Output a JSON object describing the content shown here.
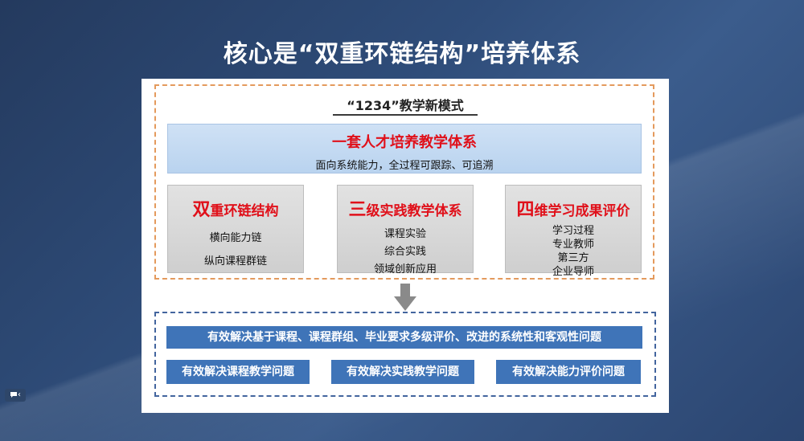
{
  "slide": {
    "title": "核心是“双重环链结构”培养体系",
    "subtitle": "“1234”教学新模式",
    "banner": {
      "title": "一套人才培养教学体系",
      "subtitle": "面向系统能力，全过程可跟踪、可追溯"
    },
    "cards": [
      {
        "lead": "双",
        "rest": "重环链结构",
        "items": [
          "横向能力链",
          "纵向课程群链"
        ]
      },
      {
        "lead": "三",
        "rest": "级实践教学体系",
        "items": [
          "课程实验",
          "综合实践",
          "领域创新应用"
        ]
      },
      {
        "lead": "四",
        "rest": "维学习成果评价",
        "items": [
          "学习过程",
          "专业教师",
          "第三方",
          "企业导师"
        ]
      }
    ],
    "outcomes": {
      "main": "有效解决基于课程、课程群组、毕业要求多级评价、改进的系统性和客观性问题",
      "items": [
        "有效解决课程教学问题",
        "有效解决实践教学问题",
        "有效解决能力评价问题"
      ]
    }
  },
  "widget": {
    "icon": "chat-bubble-icon",
    "chevron": "‹"
  },
  "colors": {
    "accent_red": "#e0101a",
    "bar_blue": "#3f74b8",
    "frame_orange": "#e49a5d",
    "frame_blue": "#43659e"
  }
}
